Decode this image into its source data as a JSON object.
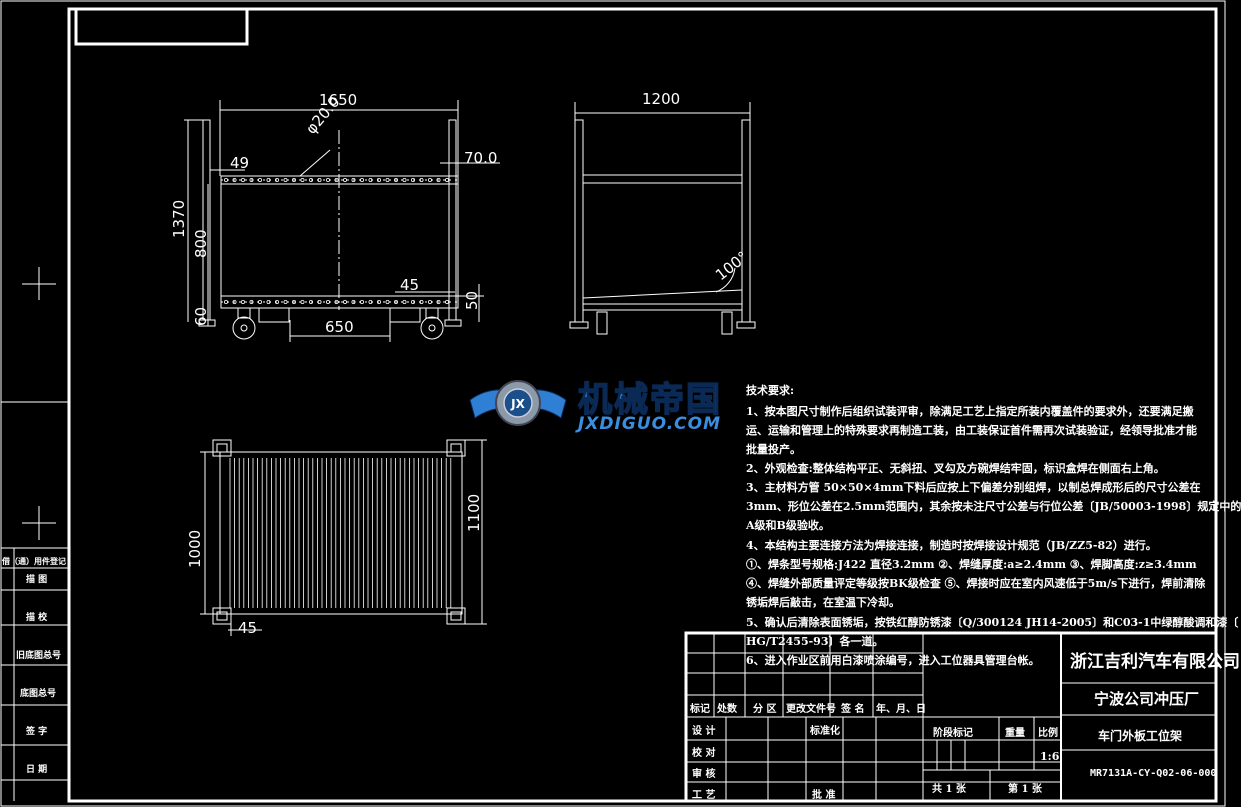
{
  "dimensions": {
    "front_width": "1650",
    "front_diameter": "φ20.0",
    "front_49": "49",
    "front_70": "70.0",
    "front_height": "1370",
    "front_800": "800",
    "front_45": "45",
    "front_50": "50",
    "front_60": "60",
    "front_650": "650",
    "side_width": "1200",
    "side_angle": "100°",
    "top_1000": "1000",
    "top_1100": "1100",
    "top_45": "45"
  },
  "logo": {
    "text_cn": "机械帝国",
    "text_en": "JXDIGUO.COM",
    "emblem": "gear-wings-emblem-icon",
    "color": "#2f7fd4"
  },
  "notes": [
    "技术要求:",
    "1、按本图尺寸制作后组织试装评审，除满足工艺上指定所装内覆盖件的要求外，还要满足搬",
    "运、运输和管理上的特殊要求再制造工装，由工装保证首件需再次试装验证，经领导批准才能",
    "批量投产。",
    "2、外观检查:整体结构平正、无斜扭、叉勾及方碗焊结牢固，标识盒焊在侧面右上角。",
    "3、主材料方管 50×50×4mm下料后应按上下偏差分别组焊，以制总焊成形后的尺寸公差在",
    "3mm、形位公差在2.5mm范围内，其余按未注尺寸公差与行位公差〔JB/50003-1998〕规定中的",
    "A级和B级验收。",
    "4、本结构主要连接方法为焊接连接，制造时按焊接设计规范（JB/ZZ5-82）进行。",
    "①、焊条型号规格:J422 直径3.2mm ②、焊缝厚度:a≥2.4mm ③、焊脚高度:z≥3.4mm",
    "④、焊缝外部质量评定等级按BK级检查 ⑤、焊接时应在室内风速低于5m/s下进行，焊前清除",
    "锈垢焊后敲击，在室温下冷却。",
    "5、确认后清除表面锈垢，按铁红醇防锈漆〔Q/300124 JH14-2005〕和C03-1中绿醇酸调和漆〔",
    "HG/T2455-93〕各一道。",
    "6、进入作业区前用白漆喷涂编号，进入工位器具管理台帐。"
  ],
  "title_block": {
    "company": "浙江吉利汽车有限公司",
    "plant": "宁波公司冲压厂",
    "part_name": "车门外板工位架",
    "drawing_no": "MR7131A-CY-Q02-06-000",
    "scale": "1:6",
    "stage_mark_label": "阶段标记",
    "weight_label": "重量",
    "scale_label": "比例",
    "total_sheets": "共 1 张",
    "sheet_no": "第 1 张",
    "rev_headers": [
      "标记",
      "处数",
      "分 区",
      "更改文件号",
      "签 名",
      "年、月、日"
    ],
    "role_labels": [
      "设 计",
      "校 对",
      "审 核",
      "工 艺"
    ],
    "std_label": "标准化",
    "approve_label": "批 准"
  },
  "left_strip": {
    "labels": [
      "借（通）用件登记",
      "描 图",
      "描 校",
      "旧底图总号",
      "底图总号",
      "签 字",
      "日 期"
    ]
  }
}
